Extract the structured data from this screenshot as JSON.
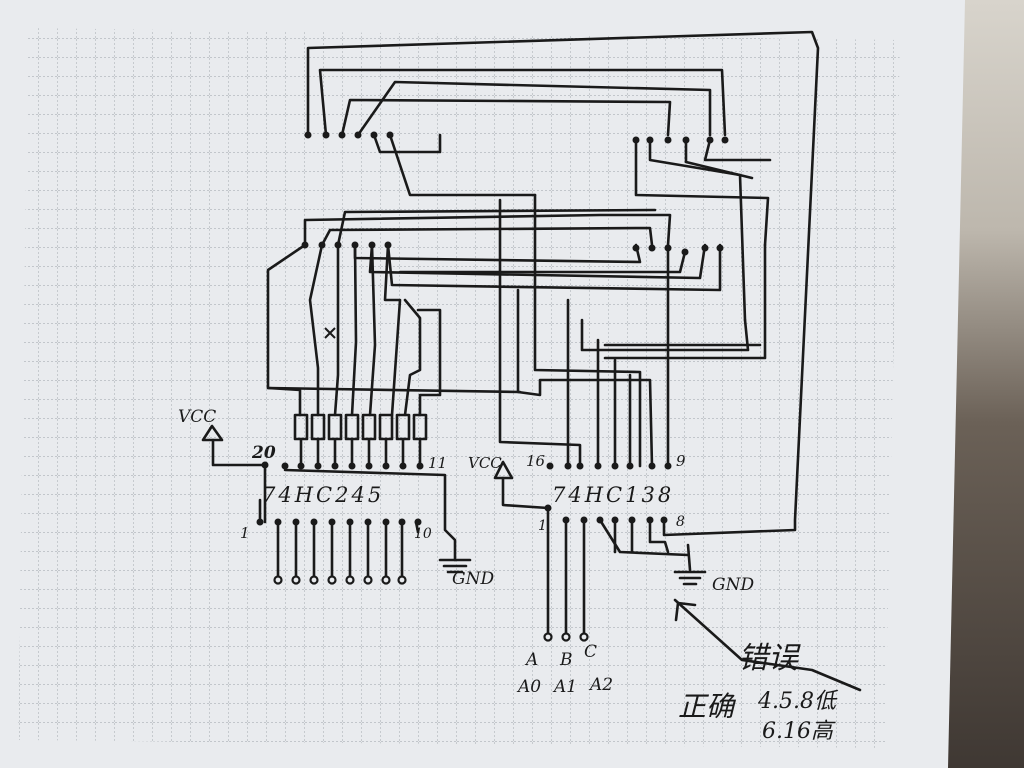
{
  "labels": {
    "vcc_left": "VCC",
    "vcc_right": "VCC",
    "chip_245": "74HC245",
    "chip_138": "74HC138",
    "pin_245_20": "20",
    "pin_245_11": "11",
    "pin_245_1": "1",
    "pin_245_10": "10",
    "pin_138_16": "16",
    "pin_138_9": "9",
    "pin_138_1": "1",
    "pin_138_8": "8",
    "gnd_left": "GND",
    "gnd_right": "GND",
    "addr_a": "A",
    "addr_b": "B",
    "addr_c": "C",
    "addr_a0": "A0",
    "addr_a1": "A1",
    "addr_a2": "A2",
    "note_error": "错误",
    "note_correct": "正确",
    "note_low": "4.5.8低",
    "note_high": "6.16高"
  },
  "colors": {
    "paper": "#e9ebee",
    "grid": "#9aa1a8",
    "ink": "#1a1a1a"
  }
}
